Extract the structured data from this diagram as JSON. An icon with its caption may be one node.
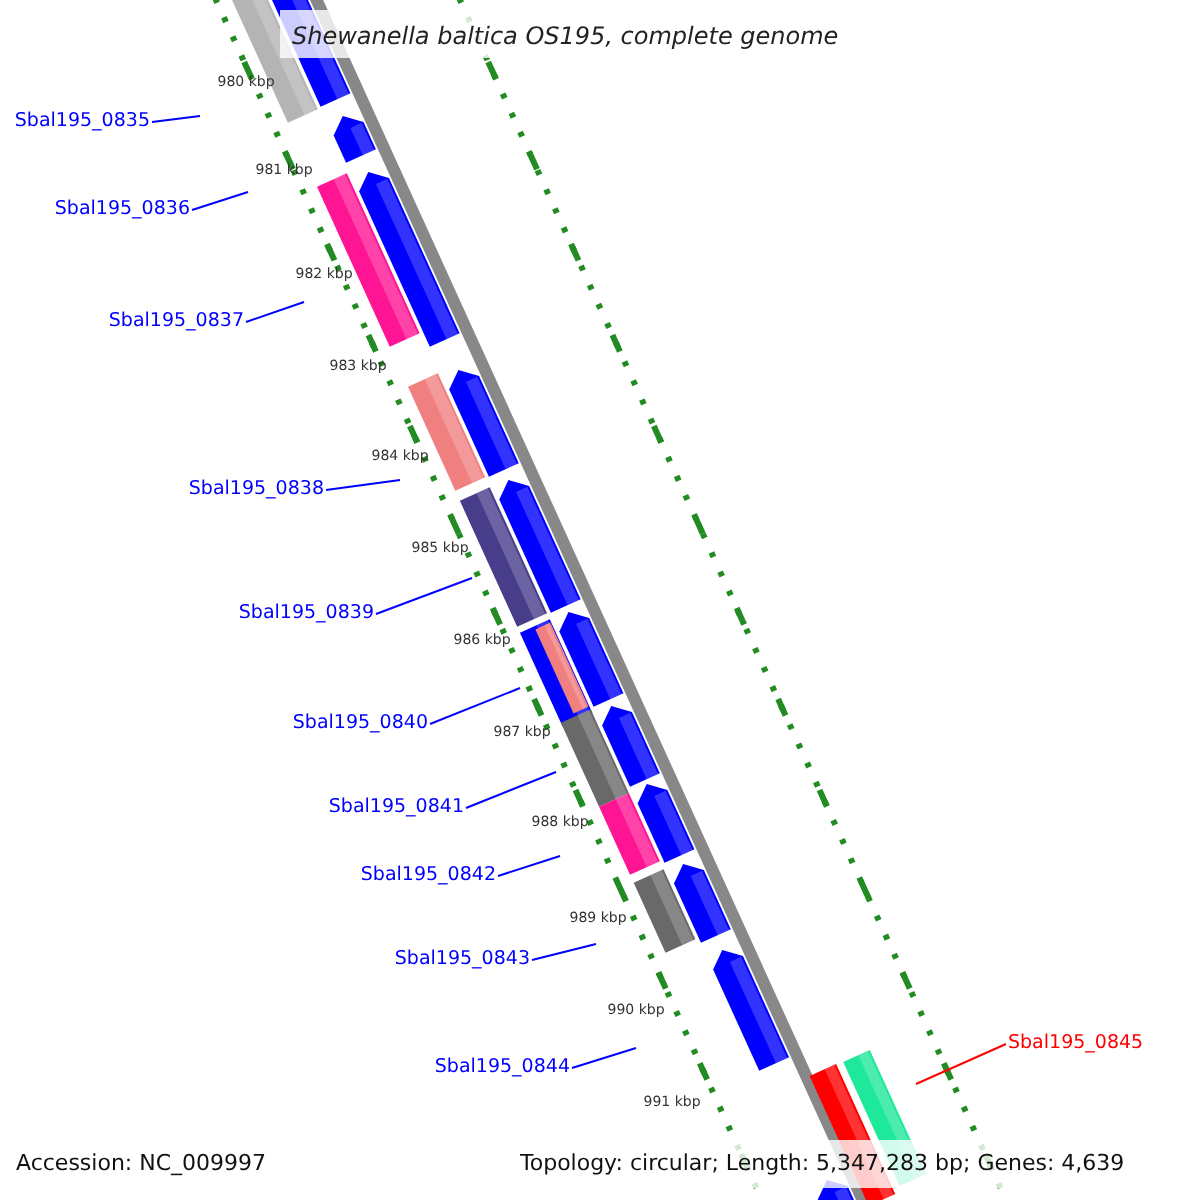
{
  "diagram": {
    "title": "Shewanella baltica OS195, complete genome",
    "nodes": [
      {
        "text": [
          "Sbal195_0835"
        ]
      },
      {
        "text": [
          "Sbal195_0836"
        ]
      },
      {
        "text": [
          "Sbal195_0837"
        ]
      },
      {
        "text": [
          "Sbal195_0838"
        ]
      },
      {
        "text": [
          "Sbal195_0839"
        ]
      },
      {
        "text": [
          "Sbal195_0840"
        ]
      },
      {
        "text": [
          "Sbal195_0841"
        ]
      },
      {
        "text": [
          "Sbal195_0842"
        ]
      },
      {
        "text": [
          "Sbal195_0843"
        ]
      },
      {
        "text": [
          "Sbal195_0844"
        ]
      },
      {
        "text": [
          "Sbal195_0845"
        ]
      }
    ],
    "edges": [
      {
        "from": 0,
        "to": null,
        "arrow": "none"
      },
      {
        "from": 1,
        "to": null,
        "arrow": "none"
      },
      {
        "from": 2,
        "to": null,
        "arrow": "none"
      },
      {
        "from": 3,
        "to": null,
        "arrow": "none"
      },
      {
        "from": 4,
        "to": null,
        "arrow": "none"
      },
      {
        "from": 5,
        "to": null,
        "arrow": "none"
      },
      {
        "from": 6,
        "to": null,
        "arrow": "none"
      },
      {
        "from": 7,
        "to": null,
        "arrow": "none"
      },
      {
        "from": 8,
        "to": null,
        "arrow": "none"
      },
      {
        "from": 9,
        "to": null,
        "arrow": "none"
      },
      {
        "from": 10,
        "to": null,
        "arrow": "none",
        "color": "#ff0000"
      }
    ],
    "labels": [
      "980 kbp",
      "981 kbp",
      "982 kbp",
      "983 kbp",
      "984 kbp",
      "985 kbp",
      "986 kbp",
      "987 kbp",
      "988 kbp",
      "989 kbp",
      "990 kbp",
      "991 kbp",
      "Accession: NC_009997",
      "Topology: circular; Length: 5,347,283 bp; Genes: 4,639"
    ]
  }
}
